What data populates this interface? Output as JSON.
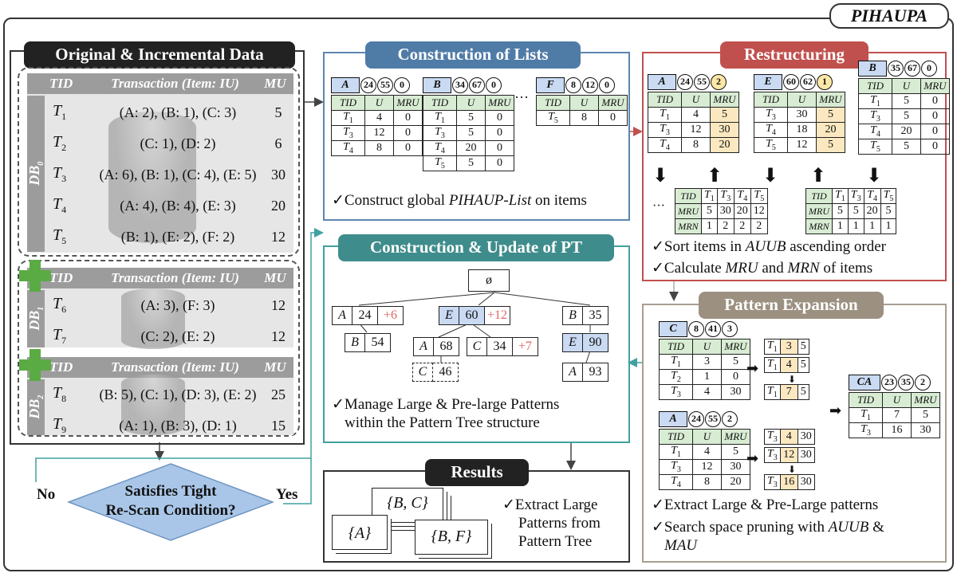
{
  "title": "PIHAUPA",
  "sections": {
    "data": "Original & Incremental Data",
    "lists": "Construction of Lists",
    "restructuring": "Restructuring",
    "pt": "Construction & Update of PT",
    "expansion": "Pattern Expansion",
    "results": "Results"
  },
  "db_headers": {
    "tid": "TID",
    "transaction": "Transaction (Item: IU)",
    "mu": "MU"
  },
  "db0": {
    "label": "DB",
    "sub": "0",
    "rows": [
      {
        "tid": "T",
        "sub": "1",
        "tx": "(A: 2), (B: 1), (C: 3)",
        "mu": "5"
      },
      {
        "tid": "T",
        "sub": "2",
        "tx": "(C: 1), (D: 2)",
        "mu": "6"
      },
      {
        "tid": "T",
        "sub": "3",
        "tx": "(A: 6), (B: 1), (C: 4), (E: 5)",
        "mu": "30"
      },
      {
        "tid": "T",
        "sub": "4",
        "tx": "(A: 4), (B: 4), (E: 3)",
        "mu": "20"
      },
      {
        "tid": "T",
        "sub": "5",
        "tx": "(B: 1), (E: 2), (F: 2)",
        "mu": "12"
      }
    ]
  },
  "db1": {
    "label": "DB",
    "sub": "1",
    "rows": [
      {
        "tid": "T",
        "sub": "6",
        "tx": "(A: 3), (F: 3)",
        "mu": "12"
      },
      {
        "tid": "T",
        "sub": "7",
        "tx": "(C: 2), (E: 2)",
        "mu": "12"
      }
    ]
  },
  "db2": {
    "label": "DB",
    "sub": "2",
    "rows": [
      {
        "tid": "T",
        "sub": "8",
        "tx": "(B: 5), (C: 1), (D: 3), (E: 2)",
        "mu": "25"
      },
      {
        "tid": "T",
        "sub": "9",
        "tx": "(A: 1), (B: 3), (D: 1)",
        "mu": "15"
      }
    ]
  },
  "list_cols": [
    "TID",
    "U",
    "MRU"
  ],
  "lists": {
    "A": {
      "name": "A",
      "c": [
        "24",
        "55",
        "0"
      ],
      "rows": [
        [
          "T",
          "1",
          "4",
          "0"
        ],
        [
          "T",
          "3",
          "12",
          "0"
        ],
        [
          "T",
          "4",
          "8",
          "0"
        ]
      ]
    },
    "B": {
      "name": "B",
      "c": [
        "34",
        "67",
        "0"
      ],
      "rows": [
        [
          "T",
          "1",
          "5",
          "0"
        ],
        [
          "T",
          "3",
          "5",
          "0"
        ],
        [
          "T",
          "4",
          "20",
          "0"
        ],
        [
          "T",
          "5",
          "5",
          "0"
        ]
      ]
    },
    "F": {
      "name": "F",
      "c": [
        "8",
        "12",
        "0"
      ],
      "rows": [
        [
          "T",
          "5",
          "8",
          "0"
        ]
      ]
    },
    "ellipsis": "···",
    "note_pre": "Construct global ",
    "note_it": "PIHAUP-List",
    "note_post": " on items"
  },
  "restr": {
    "A": {
      "name": "A",
      "c": [
        "24",
        "55",
        "2"
      ],
      "rows": [
        [
          "T",
          "1",
          "4",
          "5"
        ],
        [
          "T",
          "3",
          "12",
          "30"
        ],
        [
          "T",
          "4",
          "8",
          "20"
        ]
      ]
    },
    "E": {
      "name": "E",
      "c": [
        "60",
        "62",
        "1"
      ],
      "rows": [
        [
          "T",
          "3",
          "30",
          "5"
        ],
        [
          "T",
          "4",
          "18",
          "20"
        ],
        [
          "T",
          "5",
          "12",
          "5"
        ]
      ]
    },
    "B": {
      "name": "B",
      "c": [
        "35",
        "67",
        "0"
      ],
      "rows": [
        [
          "T",
          "1",
          "5",
          "0"
        ],
        [
          "T",
          "3",
          "5",
          "0"
        ],
        [
          "T",
          "4",
          "20",
          "0"
        ],
        [
          "T",
          "5",
          "5",
          "0"
        ]
      ]
    },
    "mrn1": {
      "h": [
        "TID",
        "MRU",
        "MRN"
      ],
      "cols": [
        [
          "T",
          "1",
          "5",
          "1"
        ],
        [
          "T",
          "3",
          "30",
          "2"
        ],
        [
          "T",
          "4",
          "20",
          "2"
        ],
        [
          "T",
          "5",
          "12",
          "2"
        ]
      ]
    },
    "mrn2": {
      "h": [
        "TID",
        "MRU",
        "MRN"
      ],
      "cols": [
        [
          "T",
          "1",
          "5",
          "1"
        ],
        [
          "T",
          "3",
          "5",
          "1"
        ],
        [
          "T",
          "4",
          "20",
          "1"
        ],
        [
          "T",
          "5",
          "5",
          "1"
        ]
      ]
    },
    "dots": "···",
    "note1_pre": "Sort items in ",
    "note1_it": "AUUB",
    "note1_post": " ascending order",
    "note2_pre": "Calculate ",
    "note2_it1": "MRU",
    "note2_mid": " and ",
    "note2_it2": "MRN",
    "note2_post": " of items"
  },
  "pt": {
    "root": "ø",
    "nodes": {
      "A": [
        "A",
        "24",
        "+6"
      ],
      "E": [
        "E",
        "60",
        "+12"
      ],
      "B": [
        "B",
        "35"
      ],
      "AB": [
        "B",
        "54"
      ],
      "EA": [
        "A",
        "68"
      ],
      "EC": [
        "C",
        "34",
        "+7"
      ],
      "BE": [
        "E",
        "90"
      ],
      "EAC": [
        "C",
        "46"
      ],
      "BEA": [
        "A",
        "93"
      ]
    },
    "note_line1": "Manage Large & Pre-large Patterns",
    "note_line2": "within the Pattern Tree structure"
  },
  "decision": {
    "line1": "Satisfies Tight",
    "line2": "Re-Scan Condition?",
    "no": "No",
    "yes": "Yes"
  },
  "results": {
    "cards": [
      "{B, C}",
      "{A}",
      "{B, F}"
    ],
    "note_line1": "Extract Large",
    "note_line2": "Patterns from",
    "note_line3": "Pattern Tree"
  },
  "expansion": {
    "C": {
      "name": "C",
      "c": [
        "8",
        "41",
        "3"
      ],
      "rows": [
        [
          "T",
          "1",
          "3",
          "5"
        ],
        [
          "T",
          "2",
          "1",
          "0"
        ],
        [
          "T",
          "3",
          "4",
          "30"
        ]
      ]
    },
    "A": {
      "name": "A",
      "c": [
        "24",
        "55",
        "2"
      ],
      "rows": [
        [
          "T",
          "1",
          "4",
          "5"
        ],
        [
          "T",
          "3",
          "12",
          "30"
        ],
        [
          "T",
          "4",
          "8",
          "20"
        ]
      ]
    },
    "CA": {
      "name": "CA",
      "c": [
        "23",
        "35",
        "2"
      ],
      "rows": [
        [
          "T",
          "1",
          "7",
          "5"
        ],
        [
          "T",
          "3",
          "16",
          "30"
        ]
      ]
    },
    "mid1": [
      [
        "T",
        "1",
        "3",
        "5"
      ],
      [
        "T",
        "1",
        "4",
        "5"
      ],
      [
        "T",
        "1",
        "7",
        "5"
      ]
    ],
    "mid2": [
      [
        "T",
        "3",
        "4",
        "30"
      ],
      [
        "T",
        "3",
        "12",
        "30"
      ],
      [
        "T",
        "3",
        "16",
        "30"
      ]
    ],
    "note1": "Extract Large & Pre-Large patterns",
    "note2_pre": "Search space pruning with ",
    "note2_it1": "AUUB",
    "note2_mid": " &",
    "note2_it2": "MAU"
  }
}
